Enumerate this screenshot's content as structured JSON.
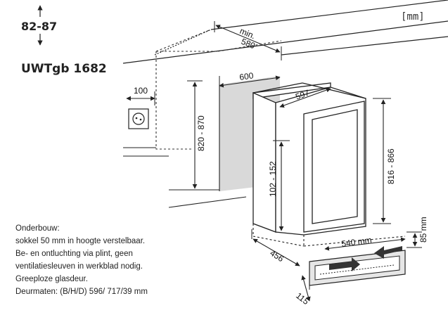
{
  "header": {
    "depth_range": "82-87",
    "unit": "[mm]",
    "model": "UWTgb 1682"
  },
  "dimensions": {
    "niche_depth_min_label": "min.",
    "niche_depth_min": "580",
    "niche_width": "600",
    "socket_offset": "100",
    "niche_height": "820 - 870",
    "appliance_width": "597",
    "appliance_height": "816 - 866",
    "door_lower_height": "102 - 152",
    "appliance_depth": "456",
    "plinth_depth": "540 mm",
    "plinth_height": "85 mm",
    "plinth_offset": "115"
  },
  "description": {
    "lines": [
      "Onderbouw:",
      "sokkel 50 mm in hoogte verstelbaar.",
      "Be- en ontluchting via plint, geen",
      "ventilatiesleuven in werkblad nodig.",
      "Greeploze glasdeur.",
      "Deurmaten: (B/H/D) 596/ 717/39 mm"
    ]
  },
  "colors": {
    "line": "#222222",
    "niche_shade": "#d9d9d9",
    "dashed": "#333333"
  }
}
